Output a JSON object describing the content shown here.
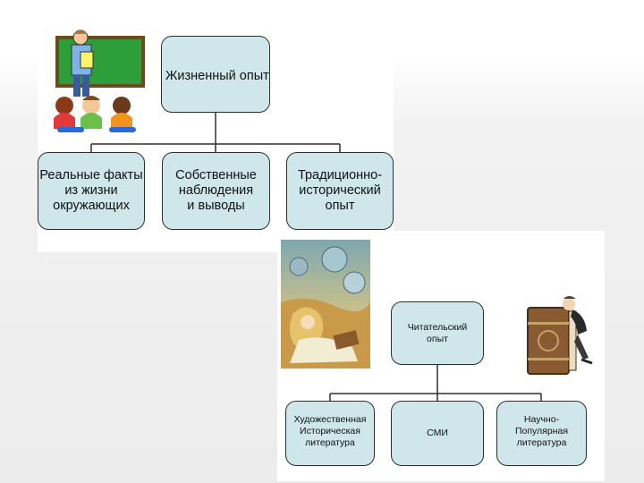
{
  "diagram_top": {
    "root": {
      "label": "Жизненный опыт"
    },
    "children": [
      {
        "label": "Реальные факты\nиз жизни\nокружающих"
      },
      {
        "label": "Собственные\nнаблюдения\nи выводы"
      },
      {
        "label": "Традиционно-\nисторический\nопыт"
      }
    ]
  },
  "diagram_bottom": {
    "root": {
      "label": "Читательский\nопыт"
    },
    "children": [
      {
        "label": "Художественная\nИсторическая\nлитература"
      },
      {
        "label": "СМИ"
      },
      {
        "label": "Научно-\nПопулярная\nлитература"
      }
    ]
  },
  "illustrations": {
    "top_left": "teacher-with-children",
    "bottom_left": "fantasy-reading-girl",
    "bottom_right": "old-book-with-figure"
  },
  "colors": {
    "node_fill": "#cfe6ea",
    "node_border": "#2f2f2f",
    "connector": "#2f2f2f"
  }
}
